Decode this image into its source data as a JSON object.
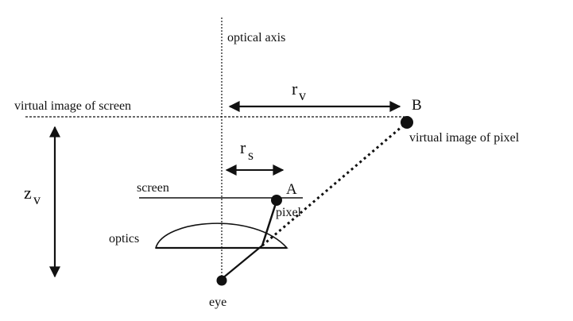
{
  "labels": {
    "optical_axis": "optical axis",
    "virtual_image_of_screen": "virtual image of screen",
    "virtual_image_of_pixel": "virtual image of pixel",
    "screen": "screen",
    "pixel": "pixel",
    "optics": "optics",
    "eye": "eye",
    "point_a": "A",
    "point_b": "B",
    "r_v": "r",
    "r_v_sub": "v",
    "r_s": "r",
    "r_s_sub": "s",
    "z_v": "z",
    "z_v_sub": "v"
  },
  "colors": {
    "ink": "#111111",
    "background": "#ffffff"
  }
}
